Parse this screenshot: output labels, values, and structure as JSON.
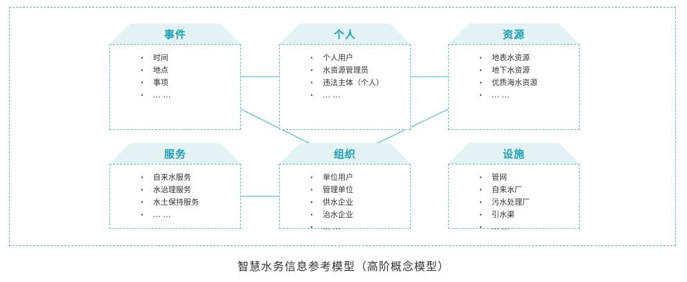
{
  "diagram": {
    "colors": {
      "frame": "#5fb3b3",
      "header_fill": "#e3f3f5",
      "title": "#1d9fb3",
      "connector": "#5ec4cf",
      "text": "#333333"
    },
    "nodes": [
      {
        "id": "event",
        "title": "事件",
        "items": [
          "时间",
          "地点",
          "事项",
          "… …"
        ]
      },
      {
        "id": "person",
        "title": "个人",
        "items": [
          "个人用户",
          "水资源管理员",
          "违法主体（个人）",
          "… …"
        ]
      },
      {
        "id": "resource",
        "title": "资源",
        "items": [
          "地表水资源",
          "地下水资源",
          "优质海水资源",
          "… …"
        ]
      },
      {
        "id": "service",
        "title": "服务",
        "items": [
          "自来水服务",
          "水治理服务",
          "水土保持服务",
          "… …"
        ]
      },
      {
        "id": "organization",
        "title": "组织",
        "items": [
          "单位用户",
          "管理单位",
          "供水企业",
          "治水企业",
          "… …"
        ]
      },
      {
        "id": "facility",
        "title": "设施",
        "items": [
          "管网",
          "自来水厂",
          "污水处理厂",
          "引水渠",
          "… …"
        ]
      }
    ],
    "caption": "智慧水务信息参考模型（高阶概念模型）"
  }
}
